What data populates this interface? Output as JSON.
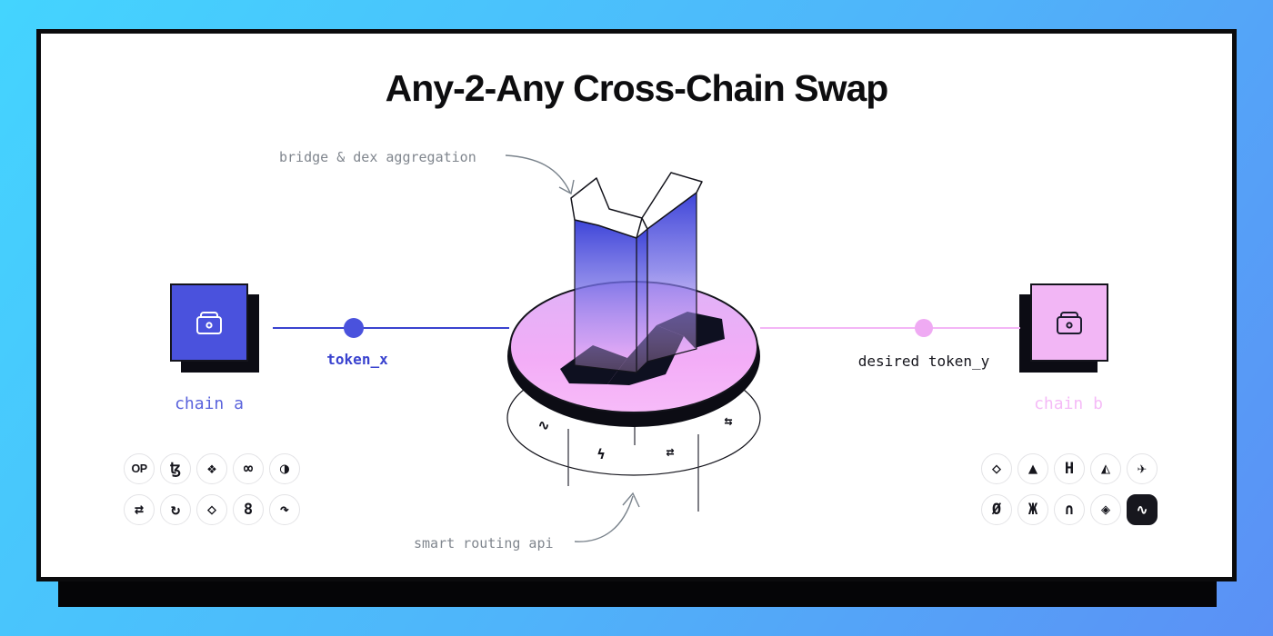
{
  "title": "Any-2-Any Cross-Chain Swap",
  "annotations": {
    "bridge_label": "bridge & dex aggregation",
    "routing_label": "smart routing api"
  },
  "left": {
    "chain_label": "chain a",
    "token_label": "token_x"
  },
  "right": {
    "chain_label": "chain b",
    "token_label": "desired token_y"
  },
  "center": {
    "logo": "s-ribbon-3d-logo",
    "disk": "pink-platform-disk",
    "ring": "routing-ring"
  },
  "ring_icons": [
    {
      "name": "scribble-icon",
      "glyph": "∿"
    },
    {
      "name": "bolt-icon",
      "glyph": "ϟ"
    },
    {
      "name": "swap-arrows-icon",
      "glyph": "⇄"
    },
    {
      "name": "loop-arrows-icon",
      "glyph": "⇆"
    }
  ],
  "chain_icon_groups": {
    "left": {
      "rows": [
        [
          {
            "name": "optimism-chain-icon",
            "glyph": "OP",
            "text": true
          },
          {
            "name": "tezos-chain-icon",
            "glyph": "ꜩ"
          },
          {
            "name": "cube-chain-icon",
            "glyph": "❖"
          },
          {
            "name": "rings-chain-icon",
            "glyph": "∞"
          },
          {
            "name": "globe-swirl-chain-icon",
            "glyph": "◑"
          }
        ],
        [
          {
            "name": "cycle-arrows-bridge-icon",
            "glyph": "⇄"
          },
          {
            "name": "repeat-arrows-bridge-icon",
            "glyph": "↻"
          },
          {
            "name": "hexagon-protocol-icon",
            "glyph": "◇"
          },
          {
            "name": "chain-link-bridge-icon",
            "glyph": "8"
          },
          {
            "name": "swoosh-arrow-bridge-icon",
            "glyph": "↷"
          }
        ]
      ]
    },
    "right": {
      "rows": [
        [
          {
            "name": "hex-cube-chain-icon",
            "glyph": "◇"
          },
          {
            "name": "avalanche-chain-icon",
            "glyph": "▲"
          },
          {
            "name": "harmony-chain-icon",
            "glyph": "H"
          },
          {
            "name": "peak-badge-chain-icon",
            "glyph": "◭"
          },
          {
            "name": "bird-chain-icon",
            "glyph": "✈"
          }
        ],
        [
          {
            "name": "slashed-o-protocol-icon",
            "glyph": "Ø"
          },
          {
            "name": "x-brackets-protocol-icon",
            "glyph": "Ж"
          },
          {
            "name": "arch-bridge-icon",
            "glyph": "∩"
          },
          {
            "name": "flower-protocol-icon",
            "glyph": "◈"
          },
          {
            "name": "dark-square-swap-icon",
            "glyph": "∿",
            "invert": true
          }
        ]
      ]
    }
  },
  "colors": {
    "background_start": "#44d4fe",
    "background_end": "#5b90f5",
    "card": "#ffffff",
    "outline": "#0b0b0d",
    "chain_a_blue": "#4a52dd",
    "token_x_blue": "#3a43cf",
    "chain_b_pink": "#f2b6f5",
    "token_y_pink": "#efaaf3",
    "disk_pink": "#f2abf6",
    "logo_blue": "#333bd6",
    "label_gray": "#80868e"
  }
}
